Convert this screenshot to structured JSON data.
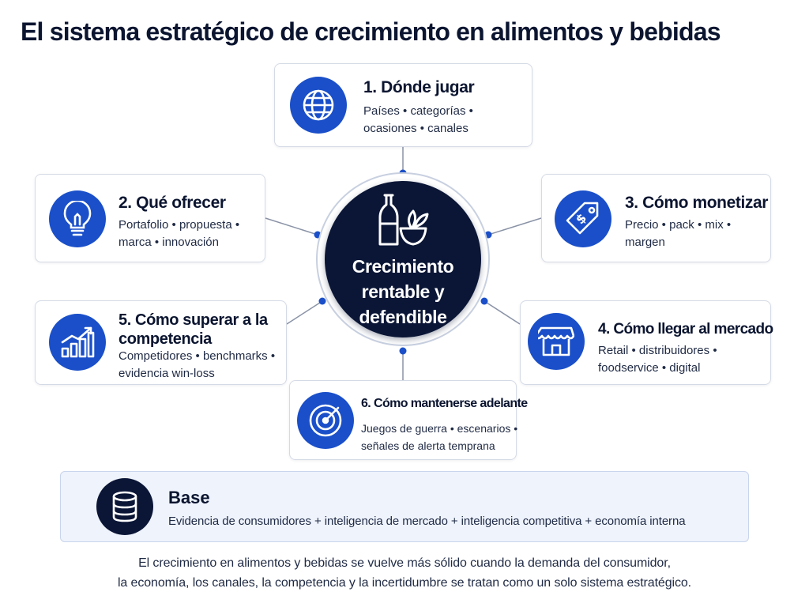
{
  "title": "El sistema estratégico de crecimiento en alimentos y bebidas",
  "hub": {
    "line1": "Crecimiento",
    "line2": "rentable y",
    "line3": "defendible"
  },
  "cards": {
    "where": {
      "heading": "1. Dónde jugar",
      "line1": "Países • categorías •",
      "line2": "ocasiones • canales",
      "icon": "globe-icon"
    },
    "what": {
      "heading": "2. Qué ofrecer",
      "line1": "Portafolio • propuesta •",
      "line2": "marca • innovación",
      "icon": "lightbulb-icon"
    },
    "monetize": {
      "heading": "3. Cómo monetizar",
      "line1": "Precio • pack • mix •",
      "line2": "margen",
      "icon": "price-tag-icon"
    },
    "market": {
      "heading": "4. Cómo llegar al mercado",
      "line1": "Retail • distribuidores •",
      "line2": "foodservice • digital",
      "icon": "storefront-icon"
    },
    "compete": {
      "heading": "5. Cómo superar a la competencia",
      "line1": "Competidores • benchmarks •",
      "line2": "evidencia win-loss",
      "icon": "growth-chart-icon"
    },
    "ahead": {
      "heading": "6. Cómo mantenerse adelante",
      "line1": "Juegos de guerra • escenarios •",
      "line2": "señales de alerta temprana",
      "icon": "radar-icon"
    }
  },
  "base": {
    "heading": "Base",
    "text": "Evidencia de consumidores + inteligencia de mercado + inteligencia competitiva + economía interna",
    "icon": "database-icon"
  },
  "footer": {
    "line1": "El crecimiento en alimentos y bebidas se vuelve más sólido cuando la demanda del consumidor,",
    "line2": "la economía, los canales, la competencia y la incertidumbre se tratan como un solo sistema estratégico."
  },
  "colors": {
    "accent": "#1a4fc9",
    "dark": "#0b1636",
    "base_bg": "#eef3fc"
  }
}
